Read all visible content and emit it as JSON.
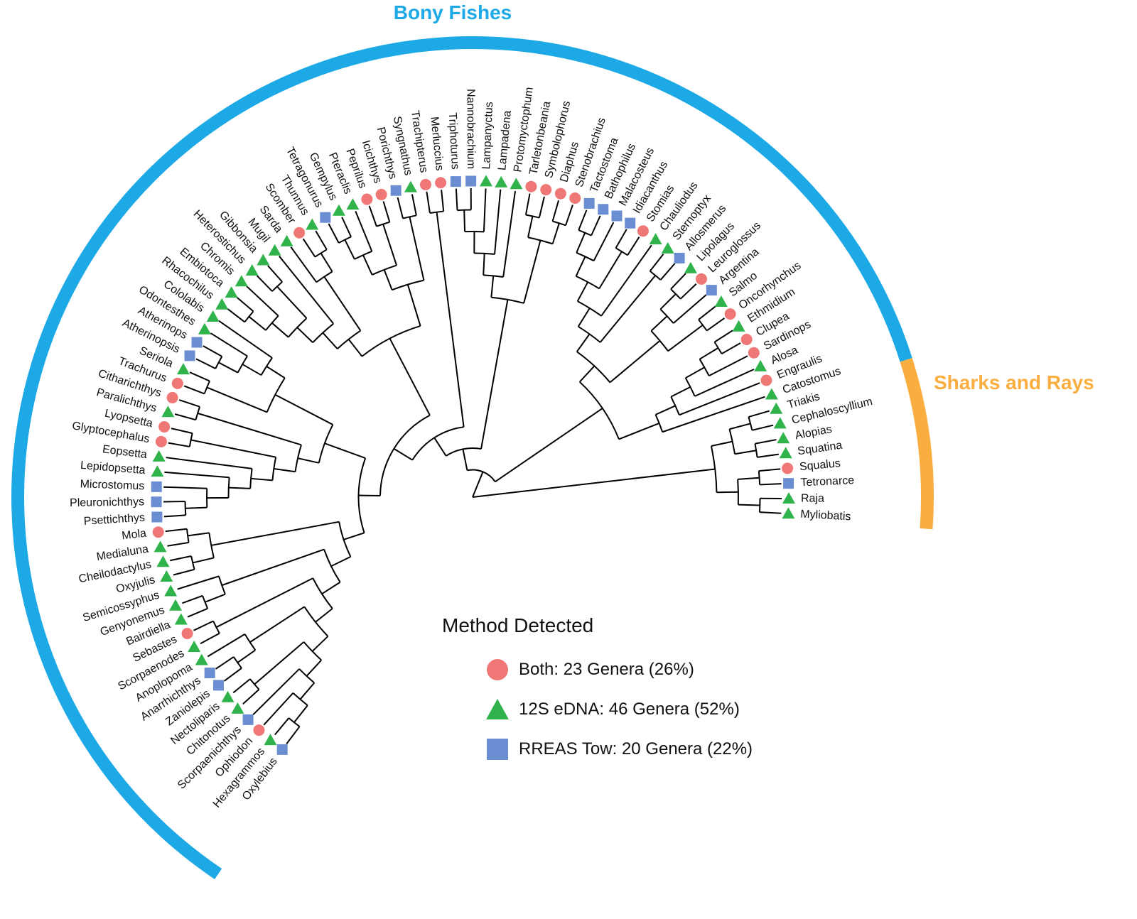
{
  "clades": {
    "bony": {
      "label": "Bony Fishes",
      "color": "#1ca9e6"
    },
    "sharks": {
      "label": "Sharks and Rays",
      "color": "#f9ae3f"
    }
  },
  "legend": {
    "title": "Method Detected",
    "items": [
      {
        "key": "both",
        "label": "Both: 23 Genera (26%)",
        "color": "#ef7775",
        "shape": "circle-icon"
      },
      {
        "key": "edna",
        "label": "12S eDNA: 46 Genera (52%)",
        "color": "#2fb34a",
        "shape": "triangle-icon"
      },
      {
        "key": "rreas",
        "label": "RREAS Tow: 20 Genera (22%)",
        "color": "#6b8ed2",
        "shape": "square-icon"
      }
    ]
  },
  "tips": [
    {
      "name": "Myliobatis",
      "m": "edna"
    },
    {
      "name": "Raja",
      "m": "edna"
    },
    {
      "name": "Tetronarce",
      "m": "rreas"
    },
    {
      "name": "Squalus",
      "m": "both"
    },
    {
      "name": "Squatina",
      "m": "edna"
    },
    {
      "name": "Alopias",
      "m": "edna"
    },
    {
      "name": "Cephaloscyllium",
      "m": "edna"
    },
    {
      "name": "Triakis",
      "m": "edna"
    },
    {
      "name": "Catostomus",
      "m": "edna"
    },
    {
      "name": "Engraulis",
      "m": "both"
    },
    {
      "name": "Alosa",
      "m": "edna"
    },
    {
      "name": "Sardinops",
      "m": "both"
    },
    {
      "name": "Clupea",
      "m": "both"
    },
    {
      "name": "Ethmidium",
      "m": "edna"
    },
    {
      "name": "Oncorhynchus",
      "m": "both"
    },
    {
      "name": "Salmo",
      "m": "edna"
    },
    {
      "name": "Argentina",
      "m": "rreas"
    },
    {
      "name": "Leuroglossus",
      "m": "both"
    },
    {
      "name": "Lipolagus",
      "m": "edna"
    },
    {
      "name": "Allosmerus",
      "m": "rreas"
    },
    {
      "name": "Sternoptyx",
      "m": "edna"
    },
    {
      "name": "Chauliodus",
      "m": "edna"
    },
    {
      "name": "Stomias",
      "m": "both"
    },
    {
      "name": "Idiacanthus",
      "m": "rreas"
    },
    {
      "name": "Malacosteus",
      "m": "rreas"
    },
    {
      "name": "Bathophilus",
      "m": "rreas"
    },
    {
      "name": "Tactostoma",
      "m": "rreas"
    },
    {
      "name": "Stenobrachius",
      "m": "both"
    },
    {
      "name": "Diaphus",
      "m": "both"
    },
    {
      "name": "Symbolophorus",
      "m": "both"
    },
    {
      "name": "Tarletonbeania",
      "m": "both"
    },
    {
      "name": "Protomyctophum",
      "m": "edna"
    },
    {
      "name": "Lampadena",
      "m": "edna"
    },
    {
      "name": "Lampanyctus",
      "m": "edna"
    },
    {
      "name": "Nannobrachium",
      "m": "rreas"
    },
    {
      "name": "Triphoturus",
      "m": "rreas"
    },
    {
      "name": "Merluccius",
      "m": "both"
    },
    {
      "name": "Trachipterus",
      "m": "both"
    },
    {
      "name": "Syngnathus",
      "m": "edna"
    },
    {
      "name": "Porichthys",
      "m": "rreas"
    },
    {
      "name": "Icichthys",
      "m": "both"
    },
    {
      "name": "Peprilus",
      "m": "both"
    },
    {
      "name": "Pteraclis",
      "m": "edna"
    },
    {
      "name": "Gempylus",
      "m": "edna"
    },
    {
      "name": "Tetragonurus",
      "m": "rreas"
    },
    {
      "name": "Thunnus",
      "m": "edna"
    },
    {
      "name": "Scomber",
      "m": "both"
    },
    {
      "name": "Sarda",
      "m": "edna"
    },
    {
      "name": "Mugil",
      "m": "edna"
    },
    {
      "name": "Gibbonsia",
      "m": "edna"
    },
    {
      "name": "Heterostichus",
      "m": "edna"
    },
    {
      "name": "Chromis",
      "m": "edna"
    },
    {
      "name": "Embiotoca",
      "m": "edna"
    },
    {
      "name": "Rhacochilus",
      "m": "edna"
    },
    {
      "name": "Cololabis",
      "m": "edna"
    },
    {
      "name": "Odontesthes",
      "m": "edna"
    },
    {
      "name": "Atherinops",
      "m": "rreas"
    },
    {
      "name": "Atherinopsis",
      "m": "rreas"
    },
    {
      "name": "Seriola",
      "m": "edna"
    },
    {
      "name": "Trachurus",
      "m": "both"
    },
    {
      "name": "Citharichthys",
      "m": "both"
    },
    {
      "name": "Paralichthys",
      "m": "edna"
    },
    {
      "name": "Lyopsetta",
      "m": "both"
    },
    {
      "name": "Glyptocephalus",
      "m": "both"
    },
    {
      "name": "Eopsetta",
      "m": "edna"
    },
    {
      "name": "Lepidopsetta",
      "m": "edna"
    },
    {
      "name": "Microstomus",
      "m": "rreas"
    },
    {
      "name": "Pleuronichthys",
      "m": "rreas"
    },
    {
      "name": "Psettichthys",
      "m": "rreas"
    },
    {
      "name": "Mola",
      "m": "both"
    },
    {
      "name": "Medialuna",
      "m": "edna"
    },
    {
      "name": "Cheilodactylus",
      "m": "edna"
    },
    {
      "name": "Oxyjulis",
      "m": "edna"
    },
    {
      "name": "Semicossyphus",
      "m": "edna"
    },
    {
      "name": "Genyonemus",
      "m": "edna"
    },
    {
      "name": "Bairdiella",
      "m": "edna"
    },
    {
      "name": "Sebastes",
      "m": "both"
    },
    {
      "name": "Scorpaenodes",
      "m": "edna"
    },
    {
      "name": "Anoplopoma",
      "m": "edna"
    },
    {
      "name": "Anarrhichthys",
      "m": "rreas"
    },
    {
      "name": "Zaniolepis",
      "m": "rreas"
    },
    {
      "name": "Nectoliparis",
      "m": "edna"
    },
    {
      "name": "Chitonotus",
      "m": "edna"
    },
    {
      "name": "Scorpaenichthys",
      "m": "rreas"
    },
    {
      "name": "Ophiodon",
      "m": "both"
    },
    {
      "name": "Hexagrammos",
      "m": "edna"
    },
    {
      "name": "Oxylebius",
      "m": "rreas"
    }
  ]
}
